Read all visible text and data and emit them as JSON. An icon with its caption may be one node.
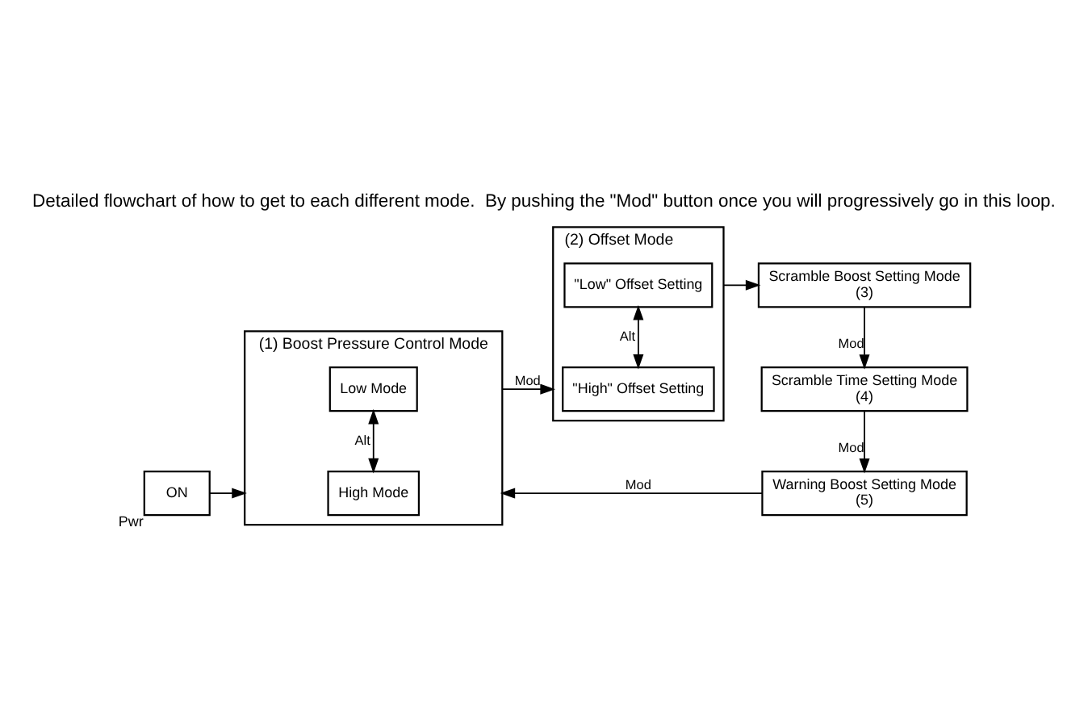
{
  "diagram": {
    "title": "Detailed flowchart of how to get to each different mode.  By pushing the \"Mod\" button once you will progressively go in this loop.",
    "nodes": [
      {
        "text": [
          "ON"
        ],
        "beside": [
          "Pwr"
        ]
      },
      {
        "text": [
          "(1) Boost Pressure Control Mode"
        ]
      },
      {
        "text": [
          "High Mode"
        ],
        "in": 1
      },
      {
        "text": [
          "Low Mode"
        ],
        "in": 1
      },
      {
        "text": [
          "(2) Offset Mode"
        ]
      },
      {
        "text": [
          "\"High\" Offset Setting"
        ],
        "in": 4
      },
      {
        "text": [
          "\"Low\" Offset Setting"
        ],
        "in": 4
      },
      {
        "text": [
          "Scramble Boost Setting Mode",
          "(3)"
        ]
      },
      {
        "text": [
          "Scramble Time Setting Mode",
          "(4)"
        ]
      },
      {
        "text": [
          "Warning Boost Setting Mode",
          "(5)"
        ]
      }
    ],
    "edges": [
      {
        "from": 0,
        "to": 1,
        "arrow": "to"
      },
      {
        "from": 2,
        "to": 3,
        "arrow": "both",
        "label": "Alt"
      },
      {
        "from": 1,
        "to": 4,
        "arrow": "to",
        "label": "Mod"
      },
      {
        "from": 5,
        "to": 6,
        "arrow": "both",
        "label": "Alt"
      },
      {
        "from": 4,
        "to": 7,
        "arrow": "to"
      },
      {
        "from": 7,
        "to": 8,
        "arrow": "to",
        "label": "Mod"
      },
      {
        "from": 8,
        "to": 9,
        "arrow": "to",
        "label": "Mod"
      },
      {
        "from": 9,
        "to": 1,
        "arrow": "to",
        "label": "Mod"
      }
    ]
  }
}
